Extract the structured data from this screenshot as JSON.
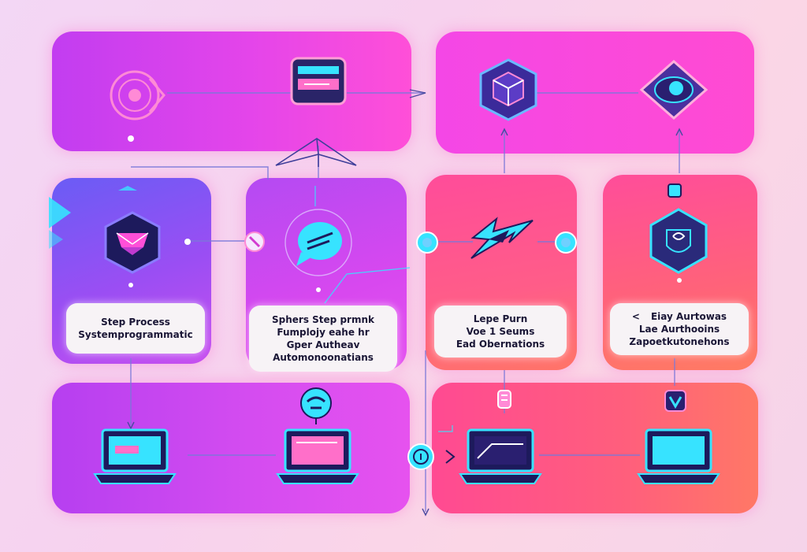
{
  "diagram": {
    "cards": [
      {
        "lines": [
          "Step Process",
          "Systemprogrammatic"
        ]
      },
      {
        "lines": [
          "Sphers Step prmnk",
          "Fumplojy eahe hr",
          "Gper Autheav",
          "Automonoonatians"
        ]
      },
      {
        "lines": [
          "Lepe Purn",
          "Voe 1 Seums",
          "Ead Obernations"
        ]
      },
      {
        "lines": [
          "<",
          "Eiay Aurtowas",
          "Lae Aurthooins",
          "Zapoetkutonehons"
        ]
      }
    ]
  },
  "colors": {
    "accent_cyan": "#37e3ff",
    "navy": "#1d1a5c",
    "panel_purple": "#c23df0",
    "panel_pink": "#ff4fd8",
    "panel_coral": "#ff7568"
  },
  "icons": [
    "gear-circle-icon",
    "monitor-icon",
    "cube-hex-icon",
    "eye-hex-icon",
    "layered-hex-icon",
    "chat-bubble-icon",
    "lightning-icon",
    "shield-hex-icon",
    "laptop-icon",
    "face-bubble-icon",
    "checkmark-icon",
    "info-node-icon"
  ]
}
